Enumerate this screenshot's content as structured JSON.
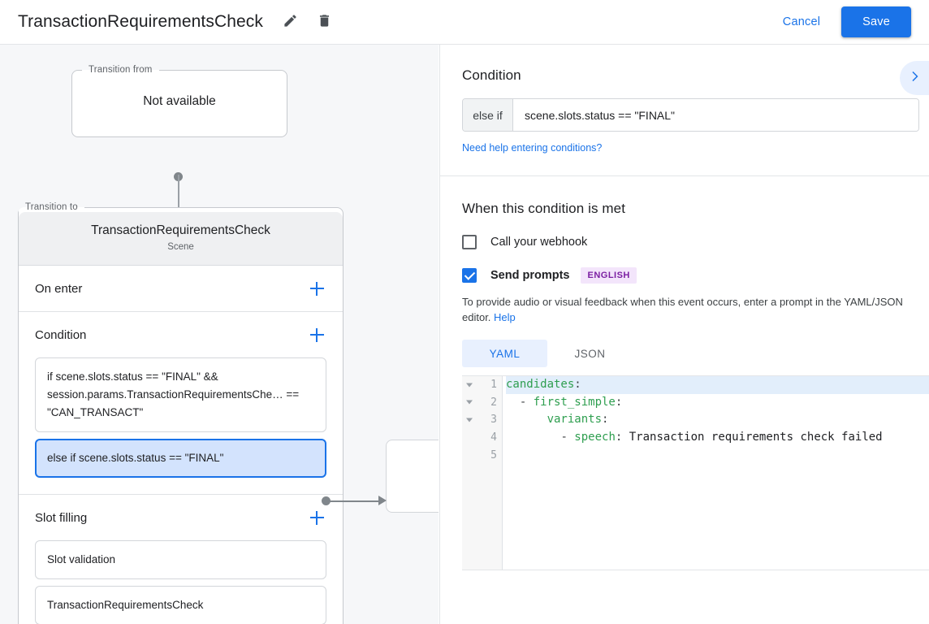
{
  "header": {
    "title": "TransactionRequirementsCheck",
    "edit_icon": "pencil-icon",
    "delete_icon": "trash-icon",
    "cancel_label": "Cancel",
    "save_label": "Save",
    "accent_color": "#1a73e8"
  },
  "canvas": {
    "transition_from": {
      "legend": "Transition from",
      "body": "Not available"
    },
    "transition_to": {
      "legend": "Transition to",
      "title": "TransactionRequirementsCheck",
      "subtitle": "Scene"
    },
    "sections": [
      {
        "label": "On enter",
        "add_label": "+",
        "items": []
      },
      {
        "label": "Condition",
        "add_label": "+",
        "items": [
          {
            "text": "if scene.slots.status == \"FINAL\" && session.params.TransactionRequirementsChe… == \"CAN_TRANSACT\"",
            "selected": false
          },
          {
            "text": "else if scene.slots.status == \"FINAL\"",
            "selected": true
          }
        ]
      },
      {
        "label": "Slot filling",
        "add_label": "+",
        "items": [
          {
            "text": "Slot validation",
            "selected": false
          },
          {
            "text": "TransactionRequirementsCheck",
            "selected": false
          }
        ]
      }
    ]
  },
  "right_pane": {
    "expand_icon": "chevron-right-icon",
    "condition": {
      "heading": "Condition",
      "keyword": "else if",
      "value": "scene.slots.status == \"FINAL\"",
      "help_link": "Need help entering conditions?"
    },
    "when_met": {
      "heading": "When this condition is met",
      "webhook": {
        "label": "Call your webhook",
        "checked": false
      },
      "prompts": {
        "label": "Send prompts",
        "checked": true,
        "badge": "ENGLISH",
        "badge_bg": "#f3e5fb",
        "badge_fg": "#7b1fa2"
      },
      "hint_text": "To provide audio or visual feedback when this event occurs, enter a prompt in the YAML/JSON editor. ",
      "hint_link": "Help"
    },
    "editor": {
      "tabs": [
        {
          "label": "YAML",
          "active": true
        },
        {
          "label": "JSON",
          "active": false
        }
      ],
      "lines": [
        {
          "num": "1",
          "fold": true,
          "highlight": true,
          "indent": 0,
          "key": "candidates",
          "colon": ":",
          "value": ""
        },
        {
          "num": "2",
          "fold": true,
          "highlight": false,
          "indent": 1,
          "dash": "- ",
          "key": "first_simple",
          "colon": ":",
          "value": ""
        },
        {
          "num": "3",
          "fold": true,
          "highlight": false,
          "indent": 2,
          "key": "variants",
          "colon": ":",
          "value": ""
        },
        {
          "num": "4",
          "fold": false,
          "highlight": false,
          "indent": 3,
          "dash": "- ",
          "key": "speech",
          "colon": ":",
          "value": " Transaction requirements check failed"
        },
        {
          "num": "5",
          "fold": false,
          "highlight": false,
          "indent": 0,
          "key": "",
          "colon": "",
          "value": ""
        }
      ]
    }
  }
}
